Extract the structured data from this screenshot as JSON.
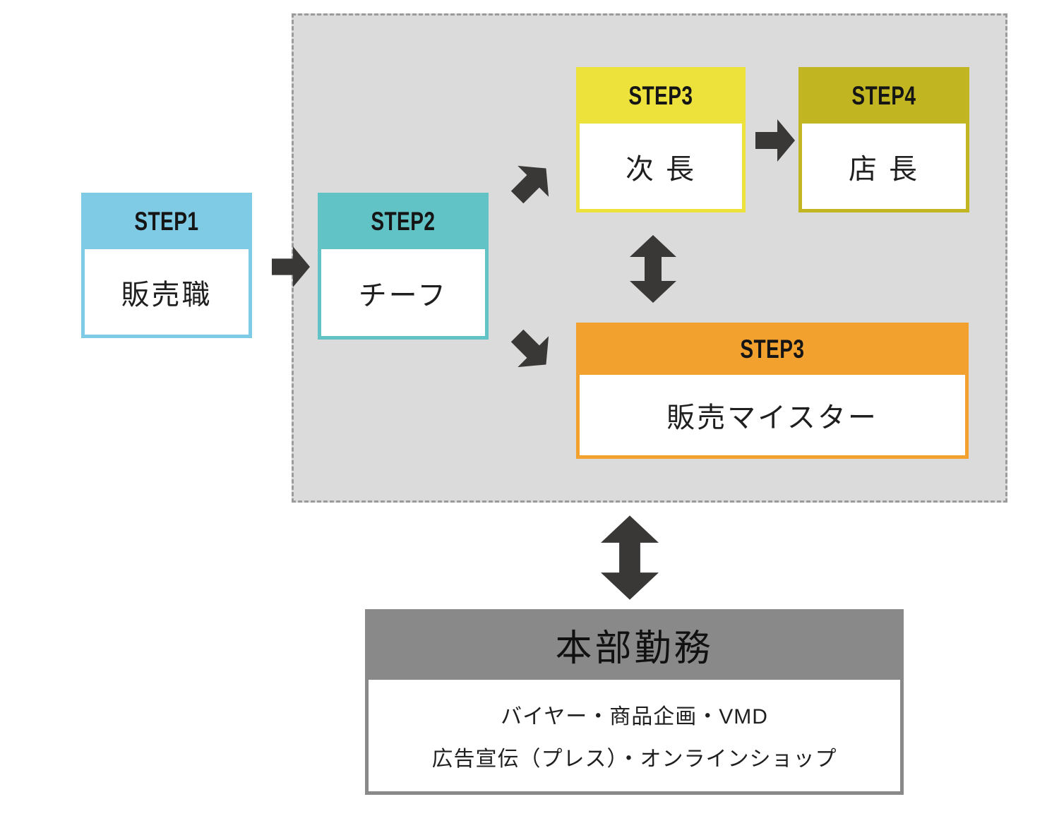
{
  "colors": {
    "page_bg": "#ffffff",
    "area_bg": "#dbdbdb",
    "area_border": "#9b9b9b",
    "arrow": "#3a3837",
    "step1": "#7fcbe5",
    "step2": "#62c3c6",
    "step3_jicho": "#ece23b",
    "step4": "#c1b622",
    "step3_meister": "#f2a12e",
    "hq": "#898989"
  },
  "boxes": {
    "step1": {
      "label": "STEP1",
      "title": "販売職"
    },
    "step2": {
      "label": "STEP2",
      "title": "チーフ"
    },
    "step3_jicho": {
      "label": "STEP3",
      "title": "次 長"
    },
    "step4": {
      "label": "STEP4",
      "title": "店 長"
    },
    "step3_meister": {
      "label": "STEP3",
      "title": "販売マイスター"
    },
    "hq": {
      "title": "本部勤務",
      "lines": [
        "バイヤー・商品企画・VMD",
        "広告宣伝（プレス）・オンラインショップ"
      ]
    }
  }
}
